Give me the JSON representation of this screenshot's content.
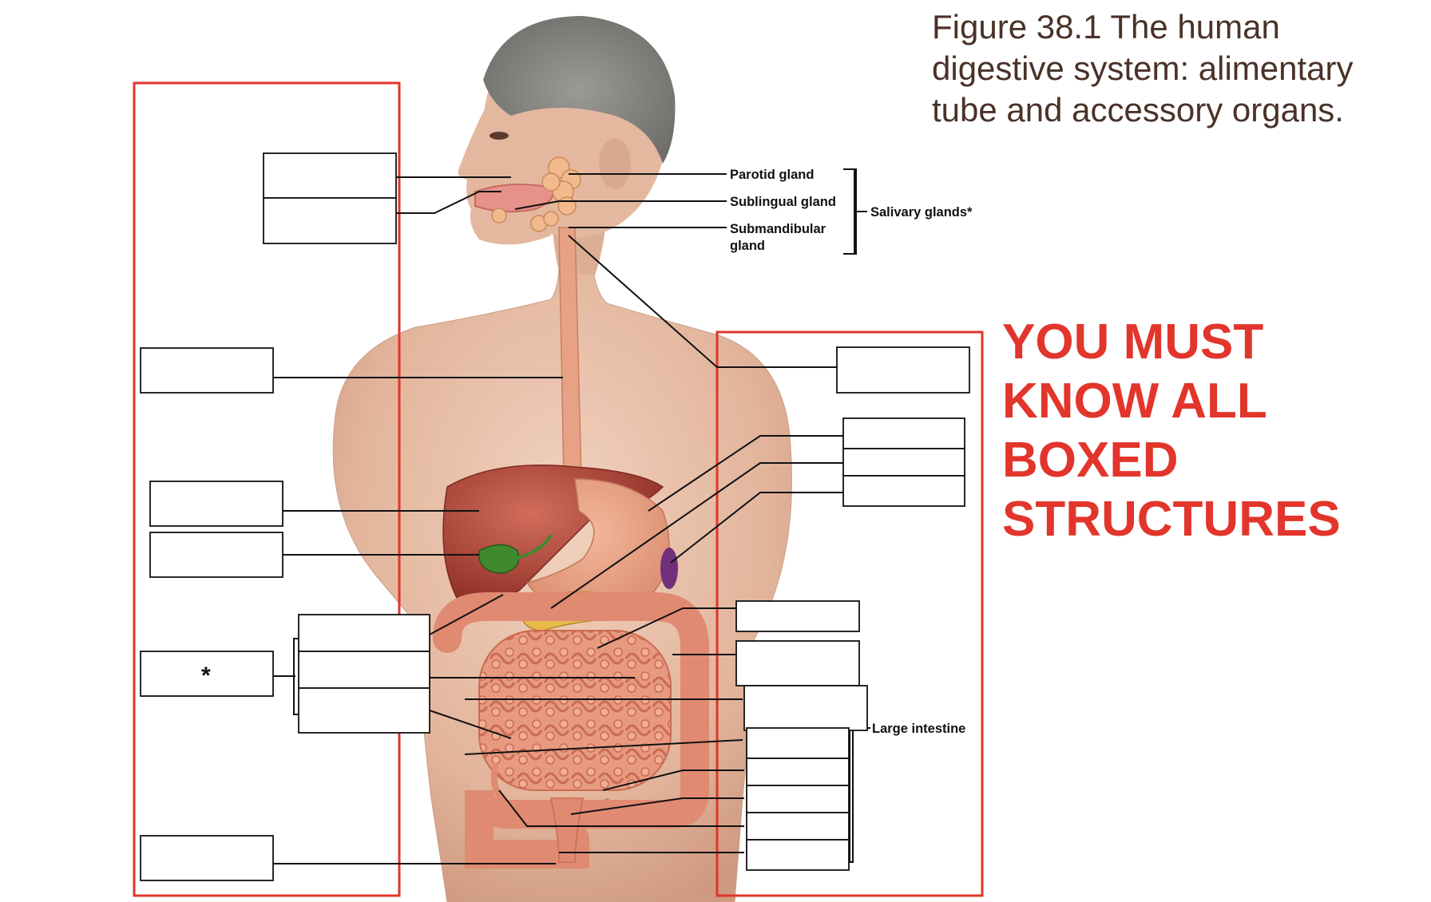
{
  "caption": {
    "line1": "Figure 38.1 The human",
    "line2": "digestive system: alimentary",
    "line3": "tube and accessory organs."
  },
  "notice": {
    "line1": "YOU MUST",
    "line2": "KNOW ALL",
    "line3": "BOXED",
    "line4": "STRUCTURES"
  },
  "labels": {
    "parotid": "Parotid gland",
    "sublingual": "Sublingual gland",
    "submandibular_1": "Submandibular",
    "submandibular_2": "gland",
    "salivary": "Salivary glands*",
    "large_intestine": "Large intestine",
    "asterisk": "*"
  },
  "colors": {
    "frame": "#e2352b",
    "notice": "#e2352b",
    "caption": "#4a3228",
    "skin": "#e9c3ab",
    "liver": "#b8473a",
    "gallbladder": "#3f8a2e",
    "intestine": "#e08a72",
    "pancreas": "#e9b94a",
    "spleen": "#6f2f7a"
  }
}
